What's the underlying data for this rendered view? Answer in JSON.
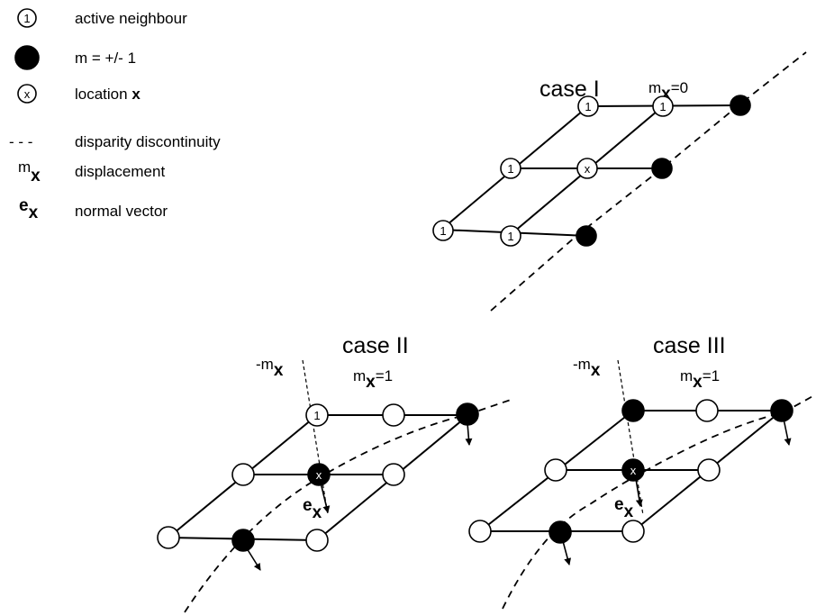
{
  "legend": {
    "active_neighbour_symbol": "1",
    "active_neighbour": "active neighbour",
    "m_pm1": "m = +/- 1",
    "location_symbol": "x",
    "location": "location ",
    "location_bold": "x",
    "disparity_symbol": "- - -",
    "disparity": "disparity discontinuity",
    "displacement_symbol_m": "m",
    "displacement_symbol_x": "x",
    "displacement": "displacement",
    "normal_symbol_e": "e",
    "normal_symbol_x": "x",
    "normal": "normal vector"
  },
  "case1": {
    "title": "case I",
    "m_label": "m",
    "m_sub": "x",
    "m_value": "=0"
  },
  "case2": {
    "title": "case II",
    "neg_m": "-m",
    "neg_m_sub": "x",
    "m_label": "m",
    "m_sub": "x",
    "m_value": "=1",
    "e_label": "e",
    "e_sub": "x"
  },
  "case3": {
    "title": "case III",
    "neg_m": "-m",
    "neg_m_sub": "x",
    "m_label": "m",
    "m_sub": "x",
    "m_value": "=1",
    "e_label": "e",
    "e_sub": "x"
  },
  "node_labels": {
    "active": "1",
    "location": "x"
  },
  "colors": {
    "ink": "#000000",
    "background": "#ffffff"
  }
}
